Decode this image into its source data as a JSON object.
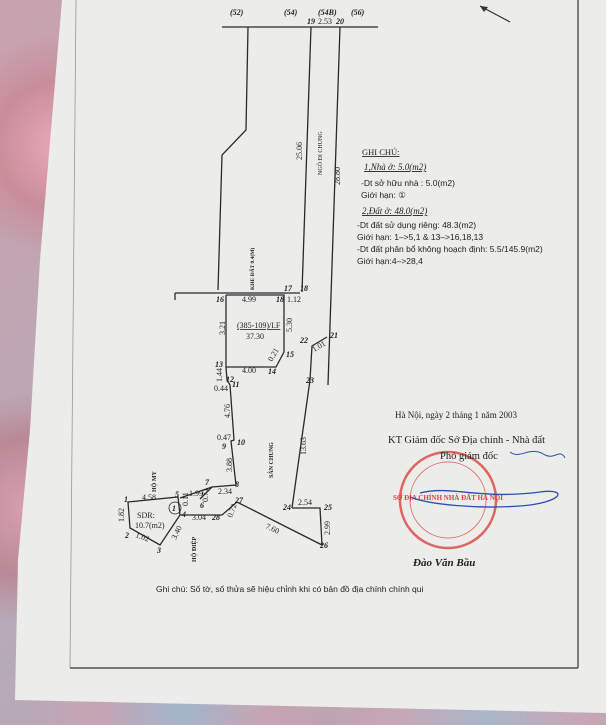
{
  "map": {
    "top_parcels": [
      "(52)",
      "(54)",
      "(54B)",
      "(56)"
    ],
    "top_dimension": "2.53",
    "point_labels": {
      "p1": "1",
      "p2": "2",
      "p3": "3",
      "p4": "4",
      "p5": "5",
      "p6": "6",
      "p7": "7",
      "p8": "8",
      "p9": "9",
      "p10": "10",
      "p11": "11",
      "p12": "12",
      "p13": "13",
      "p14": "14",
      "p15": "15",
      "p16": "16",
      "p17": "17",
      "p18": "18",
      "p19": "19",
      "p20": "20",
      "p21": "21",
      "p22": "22",
      "p23": "23",
      "p24": "24",
      "p25": "25",
      "p26": "26",
      "p27": "27",
      "p28": "28"
    },
    "dimensions": {
      "d_19_18": "25.06",
      "d_20_21": "28.80",
      "d_16_18": "4.99",
      "d_18_17": "1.12",
      "d_16_13": "3.21",
      "d_18_15": "5.30",
      "d_15_14": "0.21",
      "d_13_14": "4.00",
      "d_13_12": "1.44",
      "d_12_11": "0.44",
      "d_11_10": "4.76",
      "d_10_9": "0.47",
      "d_9_8": "3.88",
      "d_7_8": "2.34",
      "d_5_6": "1.99",
      "d_6_7": "0.71",
      "d_5_4": "0.11",
      "d_1_5": "4.58",
      "d_1_2": "1.82",
      "d_2_3": "1.02",
      "d_3_4": "3.40",
      "d_4_28": "3.04",
      "d_28_27": "0.72",
      "d_27_26": "7.60",
      "d_24_25": "2.54",
      "d_25_26": "2.99",
      "d_22_21": "1.01",
      "d_23_24": "13.63"
    },
    "parcel_code": "(385-109)/I.F",
    "parcel_area": "37.30",
    "house_label": "SDR:",
    "house_area": "10.7(m2)",
    "house_marker": "1",
    "street_labels": {
      "alley_top": "NGÕ ĐI CHUNG",
      "khe": "KHE ĐẤT 0.4(M)",
      "san_chung": "SÂN CHUNG",
      "ho_my": "HỘ MY",
      "ho_diep": "HỘ ĐIỆP"
    }
  },
  "notes": {
    "title": "GHI CHÚ:",
    "house_heading": "1,Nhà ở: 5.0(m2)",
    "house_owned": "-Dt sở hữu nhà : 5.0(m2)",
    "house_limit": "Giới hạn: ①",
    "land_heading": "2,Đất ở: 48.0(m2)",
    "land_use": "-Dt đất sử dụng riêng: 48.3(m2)",
    "land_limit": "Giới hạn: 1–>5,1 & 13–>16,18,13",
    "land_plan": "-Dt đất phân bổ không hoạch định: 5.5/145.9(m2)",
    "plan_limit": "Giới hạn:4–>28,4"
  },
  "signature": {
    "date_line": "Hà Nội, ngày 2 tháng 1 năm 2003",
    "title": "KT Giám đốc Sở Địa chính - Nhà đất",
    "subtitle": "Phó giám đốc",
    "signer": "Đào Văn Bầu",
    "stamp_text": "SỞ ĐỊA CHÍNH NHÀ ĐẤT HÀ NỘI"
  },
  "footer_note": "Ghi chú: Số tờ, số thửa sẽ hiệu chỉnh khi có bản đồ địa chính chính qui",
  "colors": {
    "paper": "#eeeeec",
    "ink": "#222222",
    "stamp": "#d9443f",
    "pen": "#2b4fb0"
  }
}
